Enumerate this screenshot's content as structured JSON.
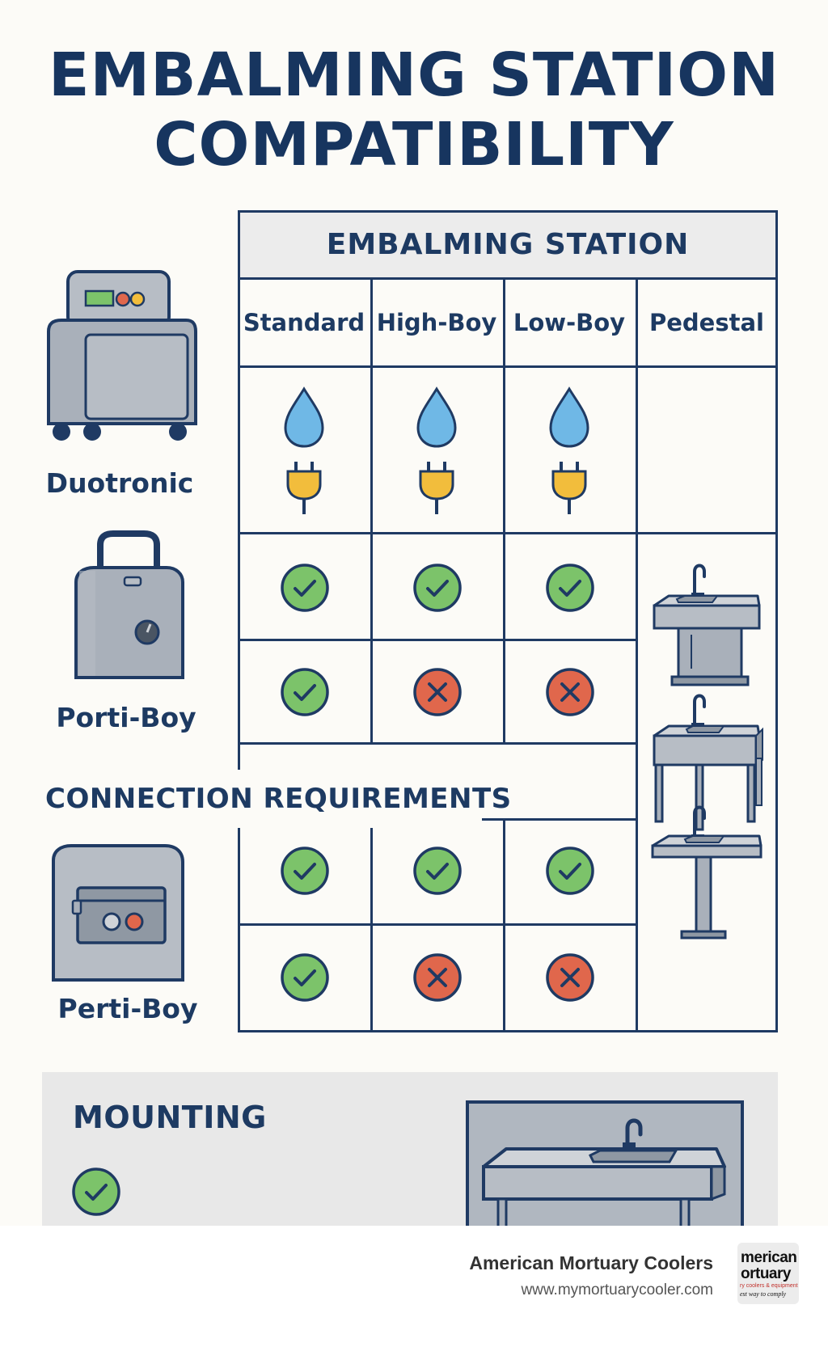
{
  "title_line1": "EMBALMING STATION",
  "title_line2": "COMPATIBILITY",
  "table": {
    "header": "EMBALMING STATION",
    "columns": [
      "Standard",
      "High-Boy",
      "Low-Boy",
      "Pedestal"
    ]
  },
  "machines": [
    {
      "label": "Duotronic",
      "icon": "duotronic-machine-icon"
    },
    {
      "label": "Porti-Boy",
      "icon": "porti-boy-machine-icon"
    },
    {
      "label": "Perti-Boy",
      "icon": "perti-boy-machine-icon"
    }
  ],
  "rows": [
    {
      "cells": [
        "water-power",
        "water-power",
        "water-power",
        "empty"
      ]
    },
    {
      "cells": [
        "check",
        "check",
        "check",
        "sink"
      ]
    },
    {
      "cells": [
        "check",
        "cross",
        "cross",
        "sink"
      ]
    },
    {
      "cells": [
        "check",
        "check",
        "check",
        "sink"
      ]
    },
    {
      "cells": [
        "check",
        "cross",
        "cross",
        "sink"
      ]
    }
  ],
  "connection_label": "CONNECTION REQUIREMENTS",
  "mounting": {
    "title": "MOUNTING",
    "status": "check"
  },
  "footer": {
    "brand": "American Mortuary Coolers",
    "url": "www.mymortuarycooler.com",
    "logo_line1": "merican",
    "logo_line2": "ortuary",
    "logo_line3": "ry coolers & equipment",
    "logo_line4": "est way to comply"
  },
  "colors": {
    "navy": "#1f3a63",
    "check_green": "#7cc36a",
    "cross_red": "#e0674c",
    "water_blue": "#6fb8e6",
    "plug_yellow": "#f2bd3c",
    "metal_gray": "#a9b0ba"
  }
}
